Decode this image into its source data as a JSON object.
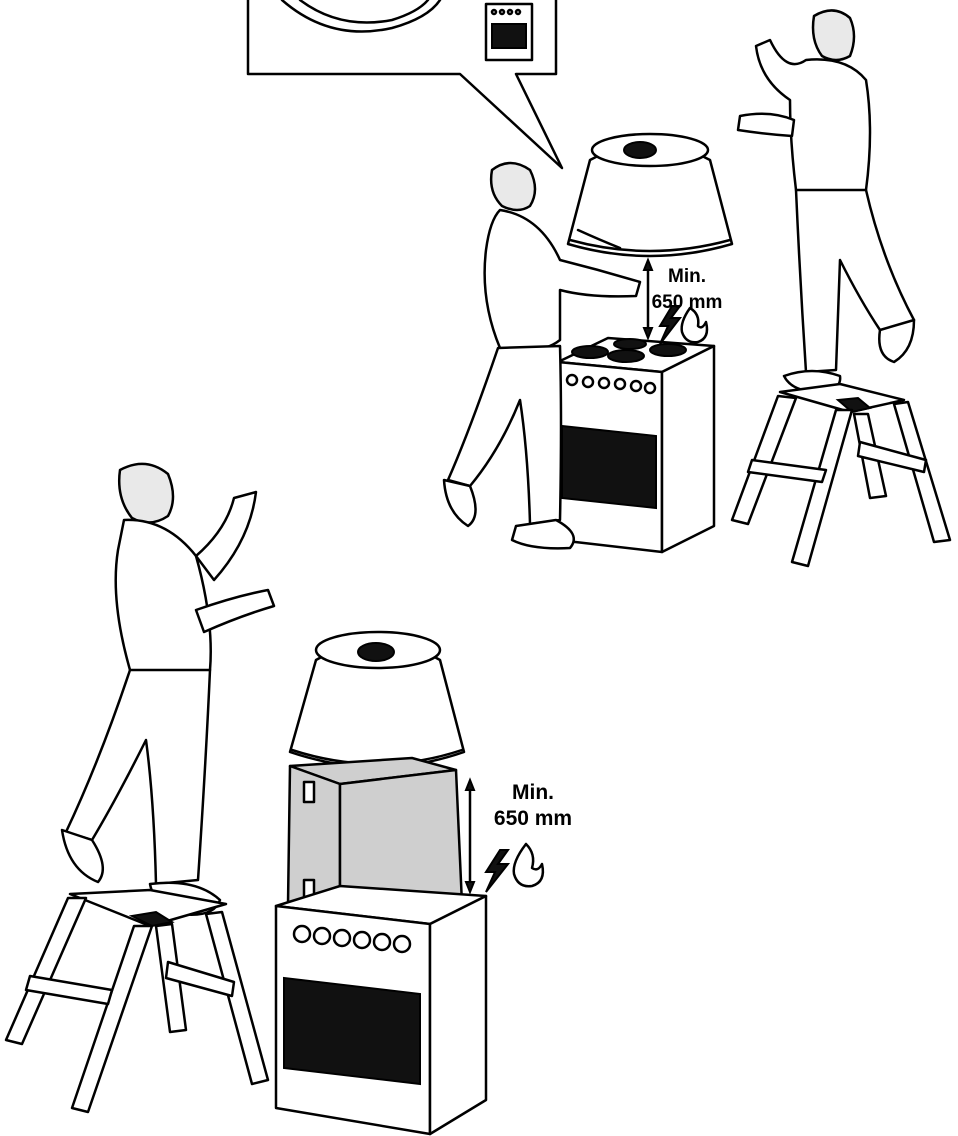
{
  "scene_top": {
    "clearance_label": {
      "line1": "Min.",
      "line2": "650 mm"
    }
  },
  "scene_bottom": {
    "clearance_label": {
      "line1": "Min.",
      "line2": "650 mm"
    }
  },
  "icons": [
    "electric-bolt-icon",
    "flame-icon"
  ],
  "colors": {
    "line": "#000000",
    "fill": "#ffffff",
    "shade": "#e9e9e9",
    "box": "#cfcfcf",
    "dark": "#111111"
  }
}
